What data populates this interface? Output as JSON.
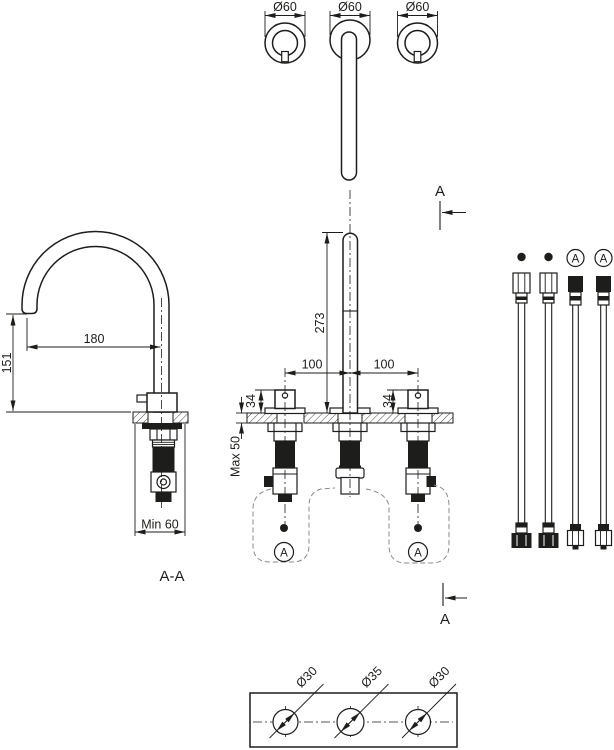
{
  "drawing": {
    "type": "technical-installation-drawing",
    "subject": "3-hole basin mixer with gooseneck spout",
    "colors": {
      "line": "#1d1d1b",
      "background": "#ffffff",
      "hose_loop": "#8a8a8a"
    },
    "views": {
      "top": {
        "dim_left": "Ø60",
        "dim_center": "Ø60",
        "dim_right": "Ø60"
      },
      "side": {
        "dim_reach": "180",
        "dim_height": "151",
        "dim_min": "Min 60",
        "label": "A-A"
      },
      "front": {
        "dim_spout": "273",
        "dim_spacing_left": "100",
        "dim_spacing_right": "100",
        "dim_handle_left": "34",
        "dim_handle_right": "34",
        "dim_deck": "Max 50",
        "callout_left": "A",
        "callout_right": "A"
      },
      "section": {
        "top": "A",
        "bottom": "A"
      },
      "hoses": {
        "callout_left": "A",
        "callout_right": "A"
      },
      "plate": {
        "dim_hole_left": "Ø30",
        "dim_hole_center": "Ø35",
        "dim_hole_right": "Ø30"
      }
    }
  }
}
